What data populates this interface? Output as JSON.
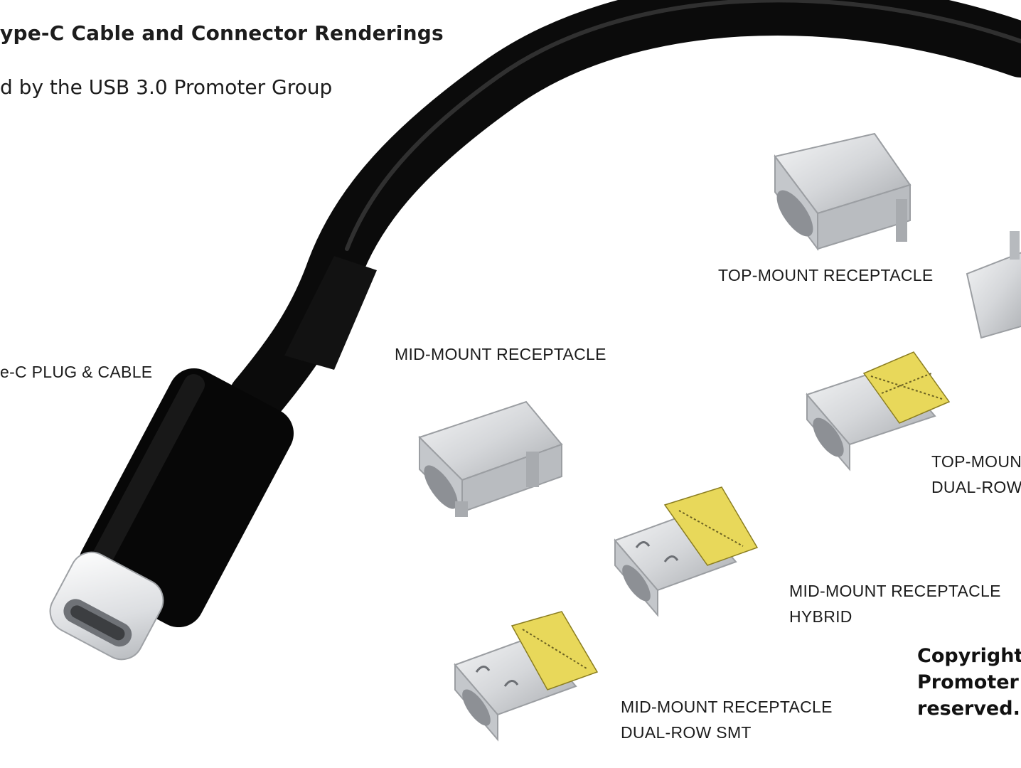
{
  "header": {
    "title": "ype-C Cable and Connector Renderings",
    "subtitle": "d by the USB 3.0 Promoter Group"
  },
  "labels": {
    "plug_cable": "e-C PLUG & CABLE",
    "top_mount": "TOP-MOUNT RECEPTACLE",
    "mid_mount": "MID-MOUNT RECEPTACLE",
    "top_mount_dual_line1": "TOP-MOUN",
    "top_mount_dual_line2": "DUAL-ROW",
    "mid_mount_hybrid_line1": "MID-MOUNT RECEPTACLE",
    "mid_mount_hybrid_line2": "HYBRID",
    "mid_mount_dual_line1": "MID-MOUNT RECEPTACLE",
    "mid_mount_dual_line2": "DUAL-ROW SMT"
  },
  "copyright": {
    "line1": "Copyright",
    "line2": "Promoter",
    "line3": "reserved."
  },
  "colors": {
    "background": "#ffffff",
    "cable": "#0b0b0b",
    "metal": "#d7d9dc",
    "contacts": "#d8c84a",
    "text": "#1c1c1c"
  }
}
